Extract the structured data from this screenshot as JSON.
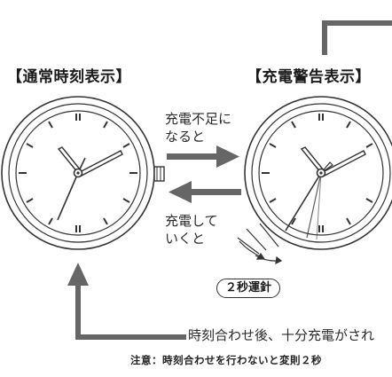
{
  "headings": {
    "normal": "【通常時刻表示】",
    "warning": "【充電警告表示】"
  },
  "arrow_labels": {
    "to_warning_line1": "充電不足に",
    "to_warning_line2": "なると",
    "to_normal_line1": "充電して",
    "to_normal_line2": "いくと"
  },
  "badge": "２秒運針",
  "footer": "時刻合わせ後、十分充電がされ",
  "note": "注意：時刻合わせを行わないと変則２秒"
}
